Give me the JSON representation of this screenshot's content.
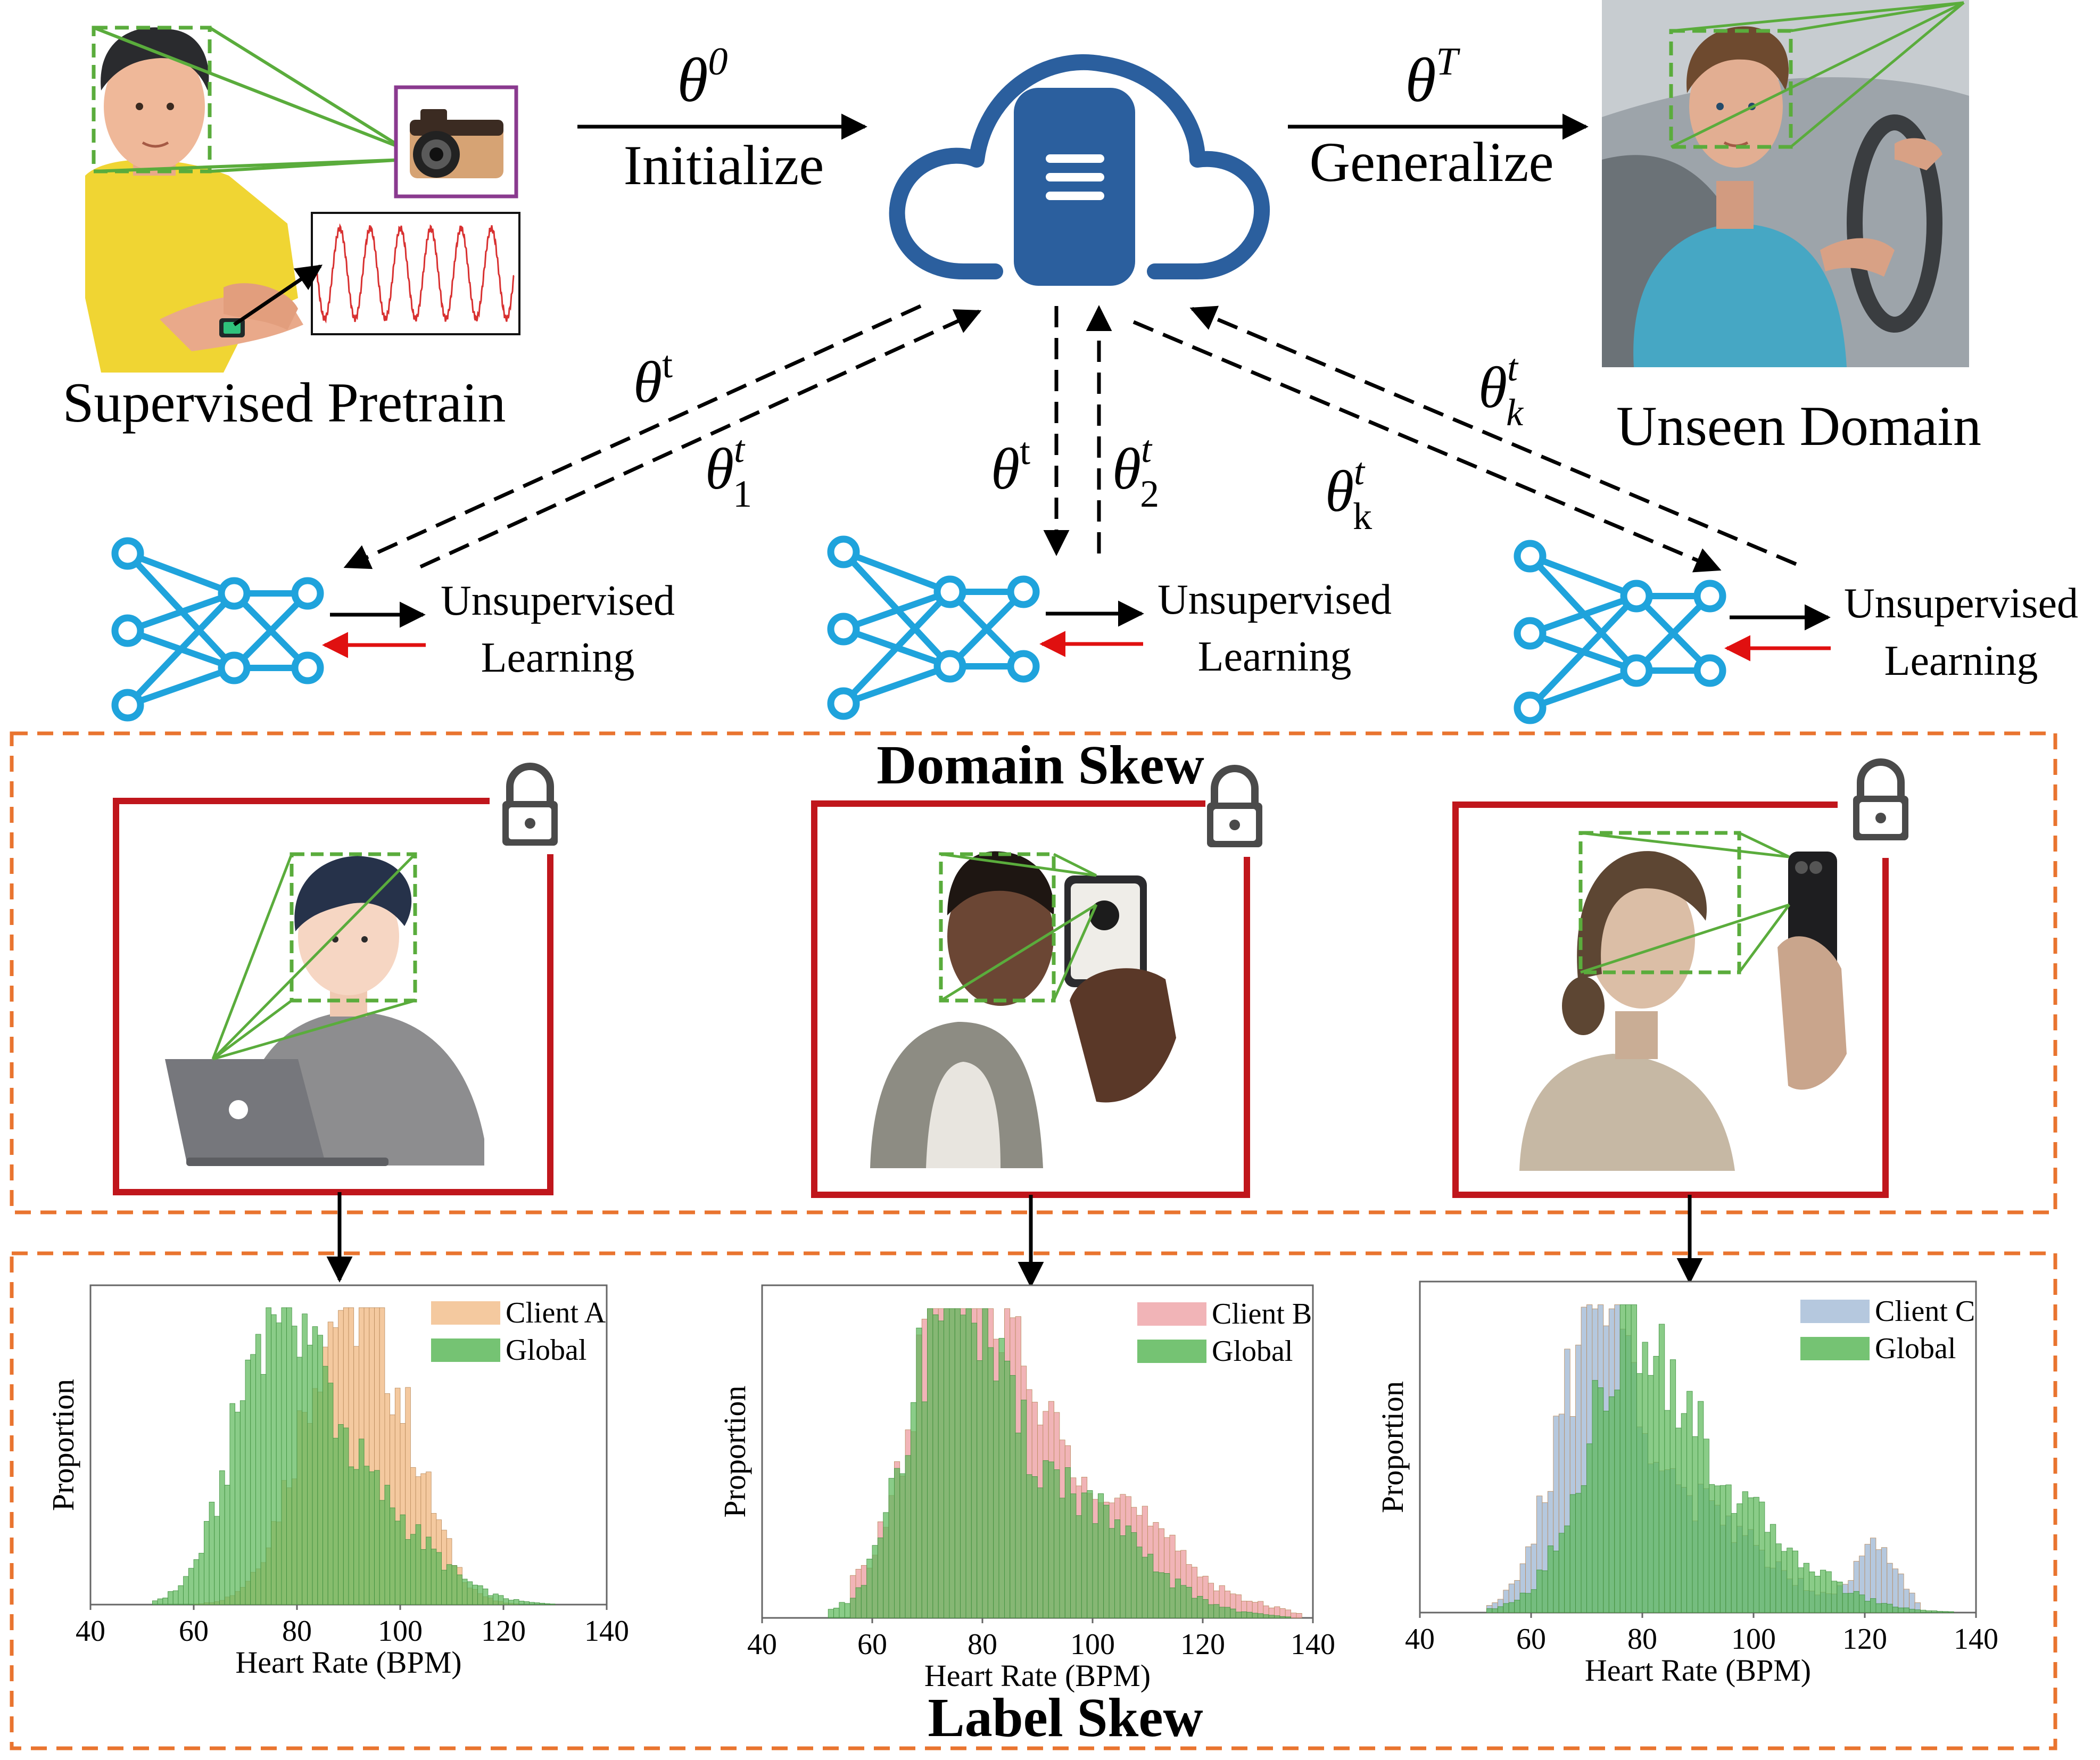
{
  "top": {
    "pretrain_label": "Supervised Pretrain",
    "initialize_param": "θ",
    "initialize_sup": "0",
    "initialize_label": "Initialize",
    "generalize_param": "θ",
    "generalize_sup": "T",
    "generalize_label": "Generalize",
    "unseen_label": "Unseen Domain"
  },
  "arrows": {
    "left_down": {
      "base": "θ",
      "sup": "t"
    },
    "left_up": {
      "base": "θ",
      "sup": "t",
      "sub": "1"
    },
    "mid_down": {
      "base": "θ",
      "sup": "t"
    },
    "mid_up": {
      "base": "θ",
      "sup": "t",
      "sub": "2"
    },
    "right_down": {
      "base": "θ",
      "sup": "t",
      "sub": "k"
    },
    "right_up": {
      "base": "θ",
      "sup": "t",
      "sub": "k"
    }
  },
  "clients": [
    {
      "line1": "Unsupervised",
      "line2": "Learning"
    },
    {
      "line1": "Unsupervised",
      "line2": "Learning"
    },
    {
      "line1": "Unsupervised",
      "line2": "Learning"
    }
  ],
  "sections": {
    "domain_skew": "Domain Skew",
    "label_skew": "Label Skew"
  },
  "colors": {
    "cloud_blue": "#2b5f9e",
    "net_blue": "#1fa3dc",
    "frame_red": "#c0161c",
    "dash_orange": "#e9742f",
    "face_green": "#5aac3c",
    "client_a": "#f2c08e",
    "client_b": "#eea7aa",
    "client_c": "#a8bed8",
    "global_green": "#5db85a"
  },
  "chart_data": [
    {
      "type": "bar",
      "title": "",
      "xlabel": "Heart Rate (BPM)",
      "ylabel": "Proportion",
      "xlim": [
        40,
        140
      ],
      "xticks": [
        "40",
        "60",
        "80",
        "100",
        "120",
        "140"
      ],
      "legend_position": "top-right",
      "series": [
        {
          "name": "Client A",
          "color": "#f2c08e",
          "peaks": [
            [
              88,
              1.0,
              8
            ],
            [
              100,
              0.45,
              7
            ]
          ],
          "range": [
            60,
            128
          ]
        },
        {
          "name": "Global",
          "color": "#5db85a",
          "peaks": [
            [
              76,
              1.0,
              8
            ],
            [
              92,
              0.4,
              12
            ]
          ],
          "range": [
            52,
            138
          ]
        }
      ]
    },
    {
      "type": "bar",
      "title": "",
      "xlabel": "Heart Rate (BPM)",
      "ylabel": "Proportion",
      "xlim": [
        40,
        140
      ],
      "xticks": [
        "40",
        "60",
        "80",
        "100",
        "120",
        "140"
      ],
      "legend_position": "top-right",
      "series": [
        {
          "name": "Client B",
          "color": "#eea7aa",
          "peaks": [
            [
              76,
              1.0,
              7
            ],
            [
              90,
              0.62,
              18
            ]
          ],
          "range": [
            56,
            138
          ]
        },
        {
          "name": "Global",
          "color": "#5db85a",
          "peaks": [
            [
              74,
              0.95,
              7
            ],
            [
              90,
              0.5,
              15
            ]
          ],
          "range": [
            52,
            136
          ]
        }
      ]
    },
    {
      "type": "bar",
      "title": "",
      "xlabel": "Heart Rate (BPM)",
      "ylabel": "Proportion",
      "xlim": [
        40,
        140
      ],
      "xticks": [
        "40",
        "60",
        "80",
        "100",
        "120",
        "140"
      ],
      "legend_position": "top-right",
      "series": [
        {
          "name": "Client C",
          "color": "#a8bed8",
          "peaks": [
            [
              72,
              1.0,
              7
            ],
            [
              90,
              0.35,
              12
            ],
            [
              122,
              0.22,
              4
            ]
          ],
          "range": [
            52,
            130
          ]
        },
        {
          "name": "Global",
          "color": "#5db85a",
          "peaks": [
            [
              78,
              0.78,
              8
            ],
            [
              92,
              0.4,
              14
            ]
          ],
          "range": [
            52,
            136
          ]
        }
      ]
    }
  ]
}
